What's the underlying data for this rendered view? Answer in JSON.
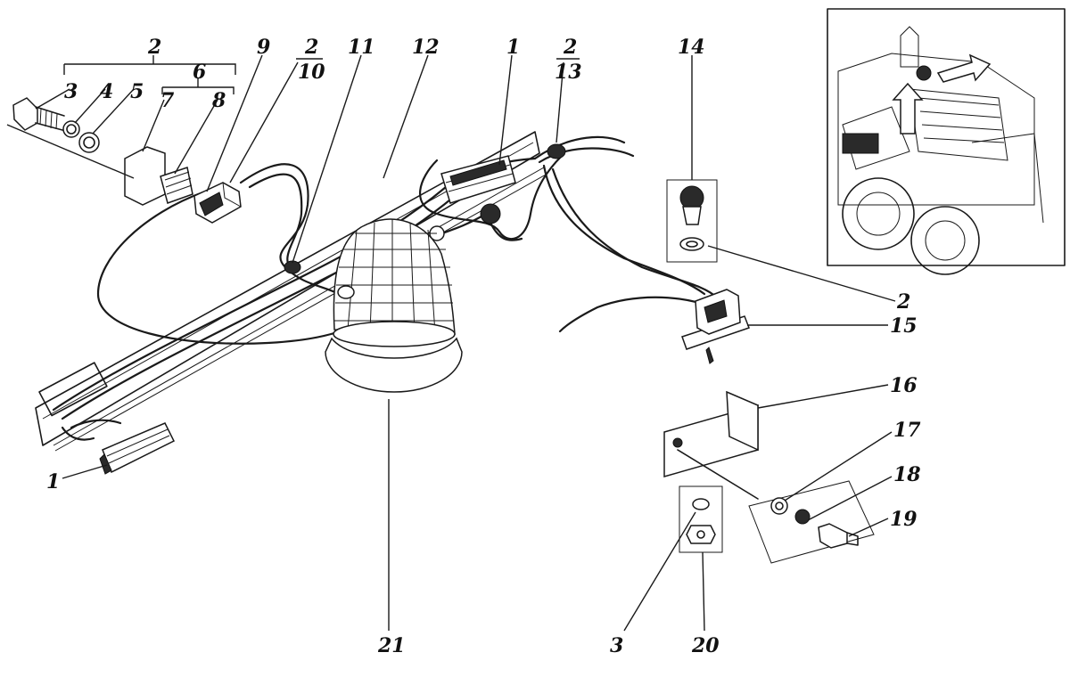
{
  "diagram": {
    "callouts": {
      "l1_left": "1",
      "l1_top": "1",
      "l2_group": "2",
      "l2_over10": "2",
      "l2_over13": "2",
      "l2_right": "2",
      "l3_bolt": "3",
      "l3_bottom": "3",
      "l4": "4",
      "l5": "5",
      "l6": "6",
      "l7": "7",
      "l8": "8",
      "l9": "9",
      "l10": "10",
      "l11": "11",
      "l12": "12",
      "l13": "13",
      "l14": "14",
      "l15": "15",
      "l16": "16",
      "l17": "17",
      "l18": "18",
      "l19": "19",
      "l20": "20",
      "l21": "21"
    }
  }
}
